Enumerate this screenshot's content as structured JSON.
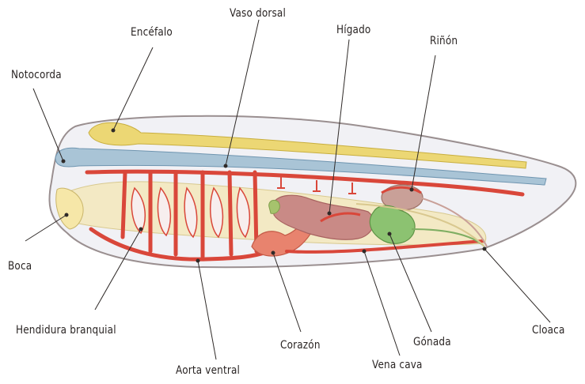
{
  "labels": {
    "encefalo": "Encéfalo",
    "vaso_dorsal": "Vaso dorsal",
    "higado": "Hígado",
    "rinon": "Riñón",
    "notocorda": "Notocorda",
    "boca": "Boca",
    "hendidura_branquial": "Hendidura branquial",
    "aorta_ventral": "Aorta ventral",
    "corazon": "Corazón",
    "vena_cava": "Vena cava",
    "gonada": "Gónada",
    "cloaca": "Cloaca"
  },
  "colors": {
    "body_outline": "#9a8f90",
    "body_fill": "#f1f1f5",
    "nerve_cord": "#ecd774",
    "notochord": "#a9c4d6",
    "blood_vessel": "#d9473a",
    "liver": "#c98a86",
    "kidney": "#c9a098",
    "gonad": "#8cc271",
    "gut": "#efe3b6",
    "text": "#2a2524"
  }
}
